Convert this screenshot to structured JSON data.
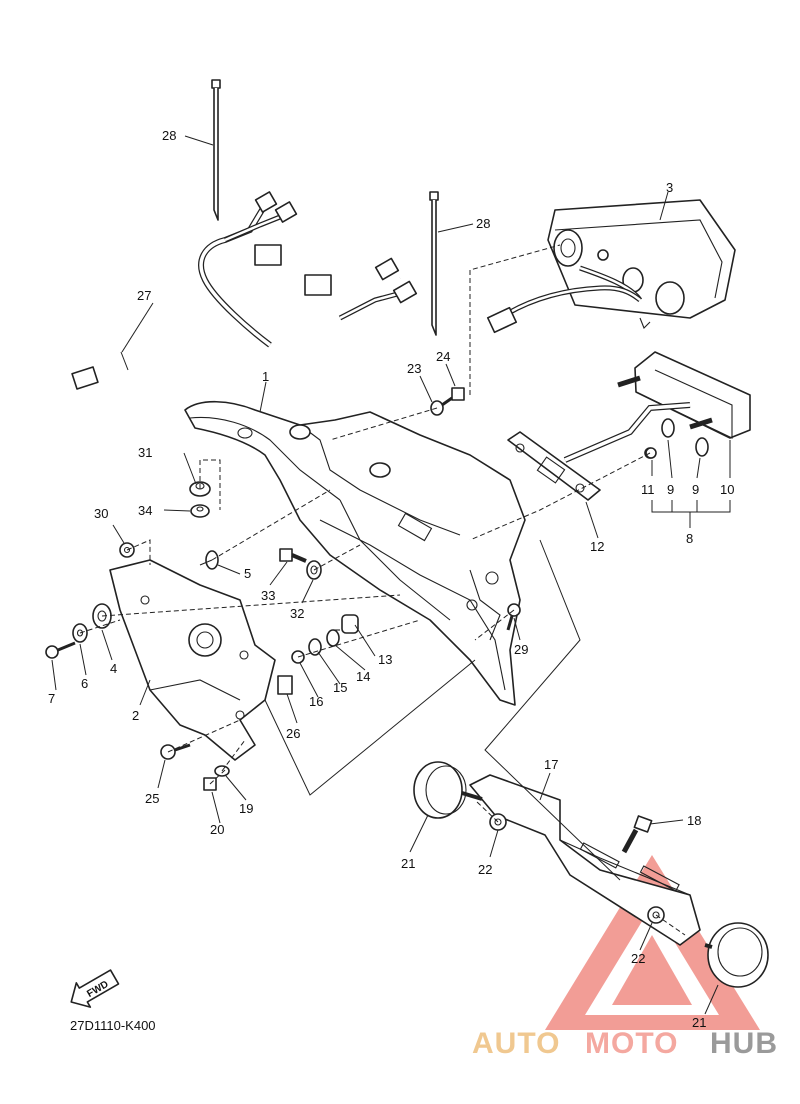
{
  "diagram": {
    "code": "27D1110-K400",
    "fwd_label": "FWD",
    "callouts": [
      "1",
      "2",
      "3",
      "4",
      "5",
      "6",
      "7",
      "8",
      "9",
      "9",
      "10",
      "11",
      "12",
      "13",
      "14",
      "15",
      "16",
      "17",
      "18",
      "19",
      "20",
      "21",
      "21",
      "22",
      "22",
      "23",
      "24",
      "25",
      "26",
      "27",
      "28",
      "28",
      "29",
      "30",
      "31",
      "32",
      "33",
      "34"
    ]
  },
  "watermark": {
    "part1": "AUTO",
    "part2": "MOTO",
    "part3": "HUB",
    "colors": {
      "auto": "#f0c890",
      "moto": "#f4a8a0",
      "hub": "#9a9a9a",
      "triangle": "#f08c84"
    }
  }
}
